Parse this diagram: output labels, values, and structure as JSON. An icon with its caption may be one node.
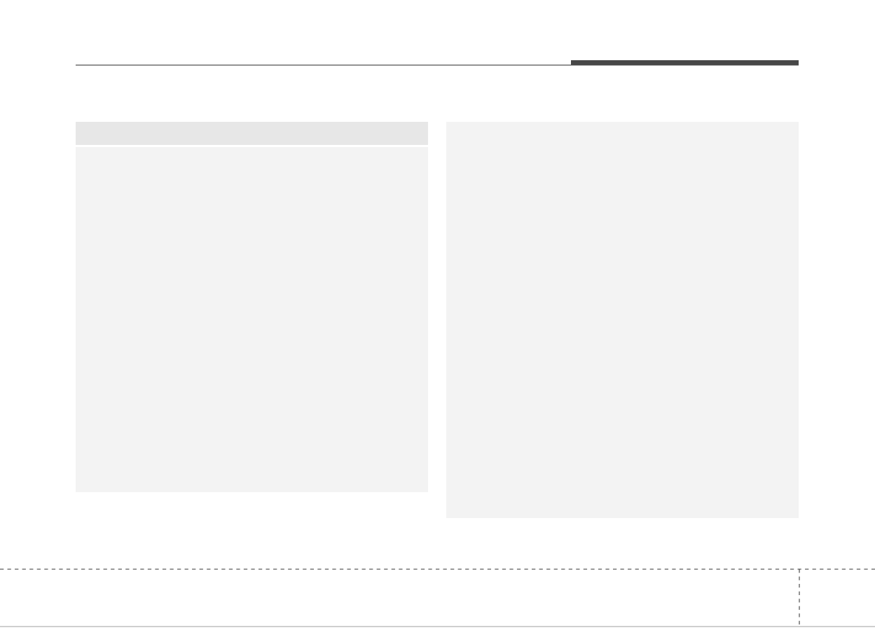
{
  "diagram": {
    "nodes": [
      {
        "text": [],
        "shape": "bar"
      },
      {
        "text": [],
        "shape": "box"
      },
      {
        "text": [],
        "shape": "box"
      }
    ]
  }
}
